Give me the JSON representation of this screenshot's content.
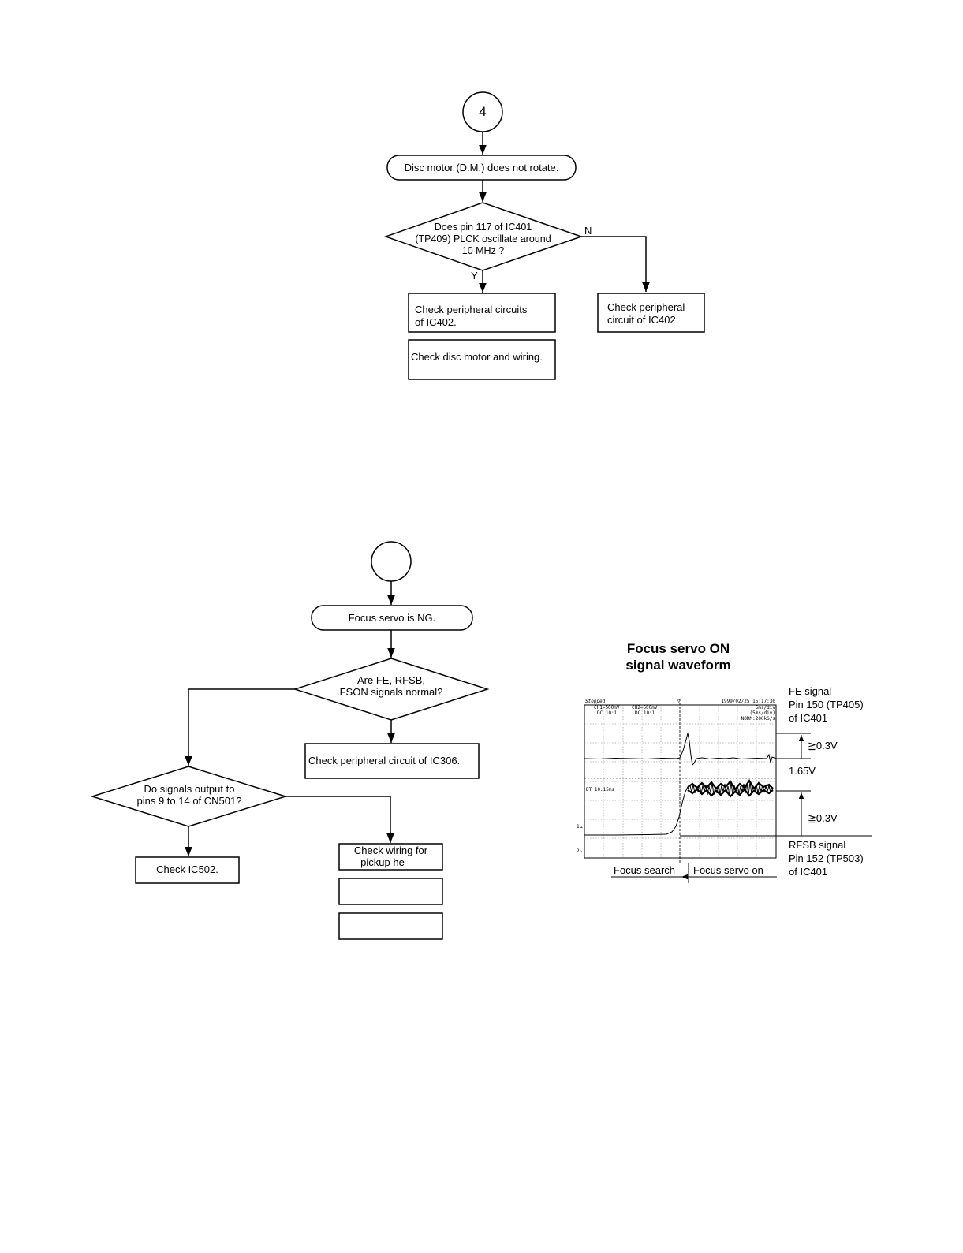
{
  "flowchart_top": {
    "connector_label": "4",
    "start": "Disc motor (D.M.) does not rotate.",
    "decision": [
      "Does pin 117 of IC401",
      "(TP409) PLCK oscillate around",
      "10 MHz ?"
    ],
    "no_label": "N",
    "yes_label": "Y",
    "yes_box1": [
      "Check peripheral circuits",
      "of IC402."
    ],
    "yes_box2": "Check disc motor and wiring.",
    "no_box": [
      "Check peripheral",
      "circuit of IC402."
    ]
  },
  "flowchart_bottom": {
    "connector_label": "",
    "start": "Focus servo is NG.",
    "decision1": [
      "Are FE, RFSB,",
      "FSON signals normal?"
    ],
    "right_box": "Check peripheral circuit of IC306.",
    "decision2": [
      "Do signals output to",
      "pins 9 to 14 of CN501?"
    ],
    "left_box": "Check IC502.",
    "wiring_box": [
      "Check wiring for",
      "pickup he"
    ]
  },
  "waveform": {
    "title": [
      "Focus servo ON",
      "signal waveform"
    ],
    "scope_status": "Stopped",
    "scope_datetime": "1999/02/25 15:17:30",
    "ch1": [
      "CH1=500mV",
      "DC 10:1"
    ],
    "ch2": [
      "CH2=500mV",
      "DC 10:1"
    ],
    "timebase": [
      "5ms/div",
      "(5ms/div)",
      "NORM:200kS/s"
    ],
    "dt": "DT   10.15ms",
    "fe_label": [
      "FE signal",
      "Pin 150 (TP405)",
      "of IC401"
    ],
    "fe_amp": "≧0.3V",
    "mid_voltage": "1.65V",
    "rfsb_amp": "≧0.3V",
    "rfsb_label": [
      "RFSB signal",
      "Pin 152 (TP503)",
      "of IC401"
    ],
    "phase_left": "Focus search",
    "phase_right": "Focus servo on"
  }
}
